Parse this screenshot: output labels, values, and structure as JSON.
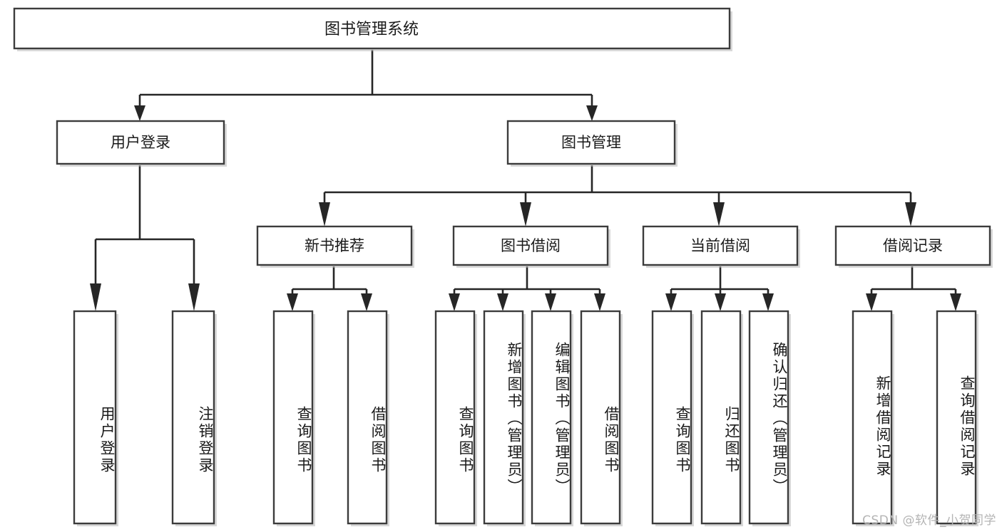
{
  "diagram": {
    "title": "图书管理系统",
    "type": "tree-hierarchy",
    "root": {
      "id": "root",
      "label": "图书管理系统",
      "orientation": "horizontal"
    },
    "level2": [
      {
        "id": "user-login",
        "label": "用户登录",
        "orientation": "horizontal"
      },
      {
        "id": "book-manage",
        "label": "图书管理",
        "orientation": "horizontal"
      }
    ],
    "level3": [
      {
        "id": "new-book-recommend",
        "label": "新书推荐",
        "orientation": "horizontal",
        "parent": "book-manage"
      },
      {
        "id": "book-borrow",
        "label": "图书借阅",
        "orientation": "horizontal",
        "parent": "book-manage"
      },
      {
        "id": "current-borrow",
        "label": "当前借阅",
        "orientation": "horizontal",
        "parent": "book-manage"
      },
      {
        "id": "borrow-record",
        "label": "借阅记录",
        "orientation": "horizontal",
        "parent": "book-manage"
      }
    ],
    "leaves": [
      {
        "id": "leaf-user-login",
        "label": "用户登录",
        "parent": "user-login",
        "orientation": "vertical"
      },
      {
        "id": "leaf-user-logout",
        "label": "注销登录",
        "parent": "user-login",
        "orientation": "vertical"
      },
      {
        "id": "leaf-query-book-1",
        "label": "查询图书",
        "parent": "new-book-recommend",
        "orientation": "vertical"
      },
      {
        "id": "leaf-borrow-book-1",
        "label": "借阅图书",
        "parent": "new-book-recommend",
        "orientation": "vertical"
      },
      {
        "id": "leaf-query-book-2",
        "label": "查询图书",
        "parent": "book-borrow",
        "orientation": "vertical"
      },
      {
        "id": "leaf-add-book",
        "label": "新增图书（管理员）",
        "parent": "book-borrow",
        "orientation": "vertical"
      },
      {
        "id": "leaf-edit-book",
        "label": "编辑图书（管理员）",
        "parent": "book-borrow",
        "orientation": "vertical"
      },
      {
        "id": "leaf-borrow-book-2",
        "label": "借阅图书",
        "parent": "book-borrow",
        "orientation": "vertical"
      },
      {
        "id": "leaf-query-book-3",
        "label": "查询图书",
        "parent": "current-borrow",
        "orientation": "vertical"
      },
      {
        "id": "leaf-return-book",
        "label": "归还图书",
        "parent": "current-borrow",
        "orientation": "vertical"
      },
      {
        "id": "leaf-confirm-return",
        "label": "确认归还（管理员）",
        "parent": "current-borrow",
        "orientation": "vertical"
      },
      {
        "id": "leaf-add-record",
        "label": "新增借阅记录",
        "parent": "borrow-record",
        "orientation": "vertical"
      },
      {
        "id": "leaf-query-record",
        "label": "查询借阅记录",
        "parent": "borrow-record",
        "orientation": "vertical"
      }
    ],
    "colors": {
      "box_stroke": "#3c3c3c",
      "connector": "#262626",
      "background": "#ffffff",
      "text": "#1a1a1a",
      "watermark": "#b4b4b4"
    }
  },
  "watermark": {
    "text": "CSDN @软件_小贺同学"
  }
}
